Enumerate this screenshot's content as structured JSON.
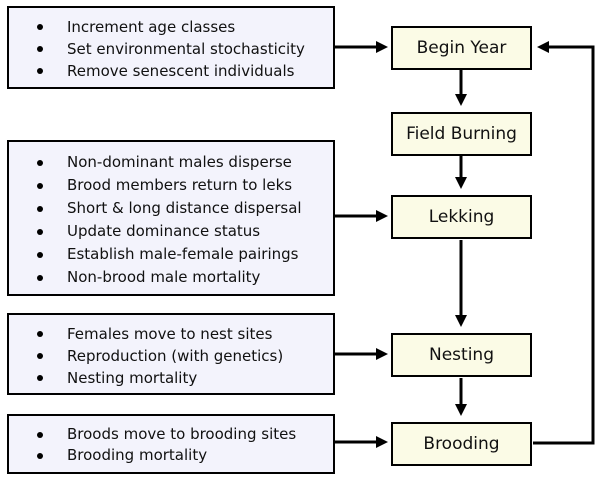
{
  "stages": [
    {
      "label": "Begin Year"
    },
    {
      "label": "Field Burning"
    },
    {
      "label": "Lekking"
    },
    {
      "label": "Nesting"
    },
    {
      "label": "Brooding"
    }
  ],
  "notes": [
    {
      "target": "Begin Year",
      "items": [
        "Increment age classes",
        "Set environmental stochasticity",
        "Remove senescent individuals"
      ]
    },
    {
      "target": "Lekking",
      "items": [
        "Non-dominant males disperse",
        "Brood members return to leks",
        "Short & long distance dispersal",
        "Update dominance status",
        "Establish male-female pairings",
        "Non-brood male mortality"
      ]
    },
    {
      "target": "Nesting",
      "items": [
        "Females move to nest sites",
        "Reproduction (with genetics)",
        "Nesting mortality"
      ]
    },
    {
      "target": "Brooding",
      "items": [
        "Broods move to brooding sites",
        "Brooding mortality"
      ]
    }
  ]
}
